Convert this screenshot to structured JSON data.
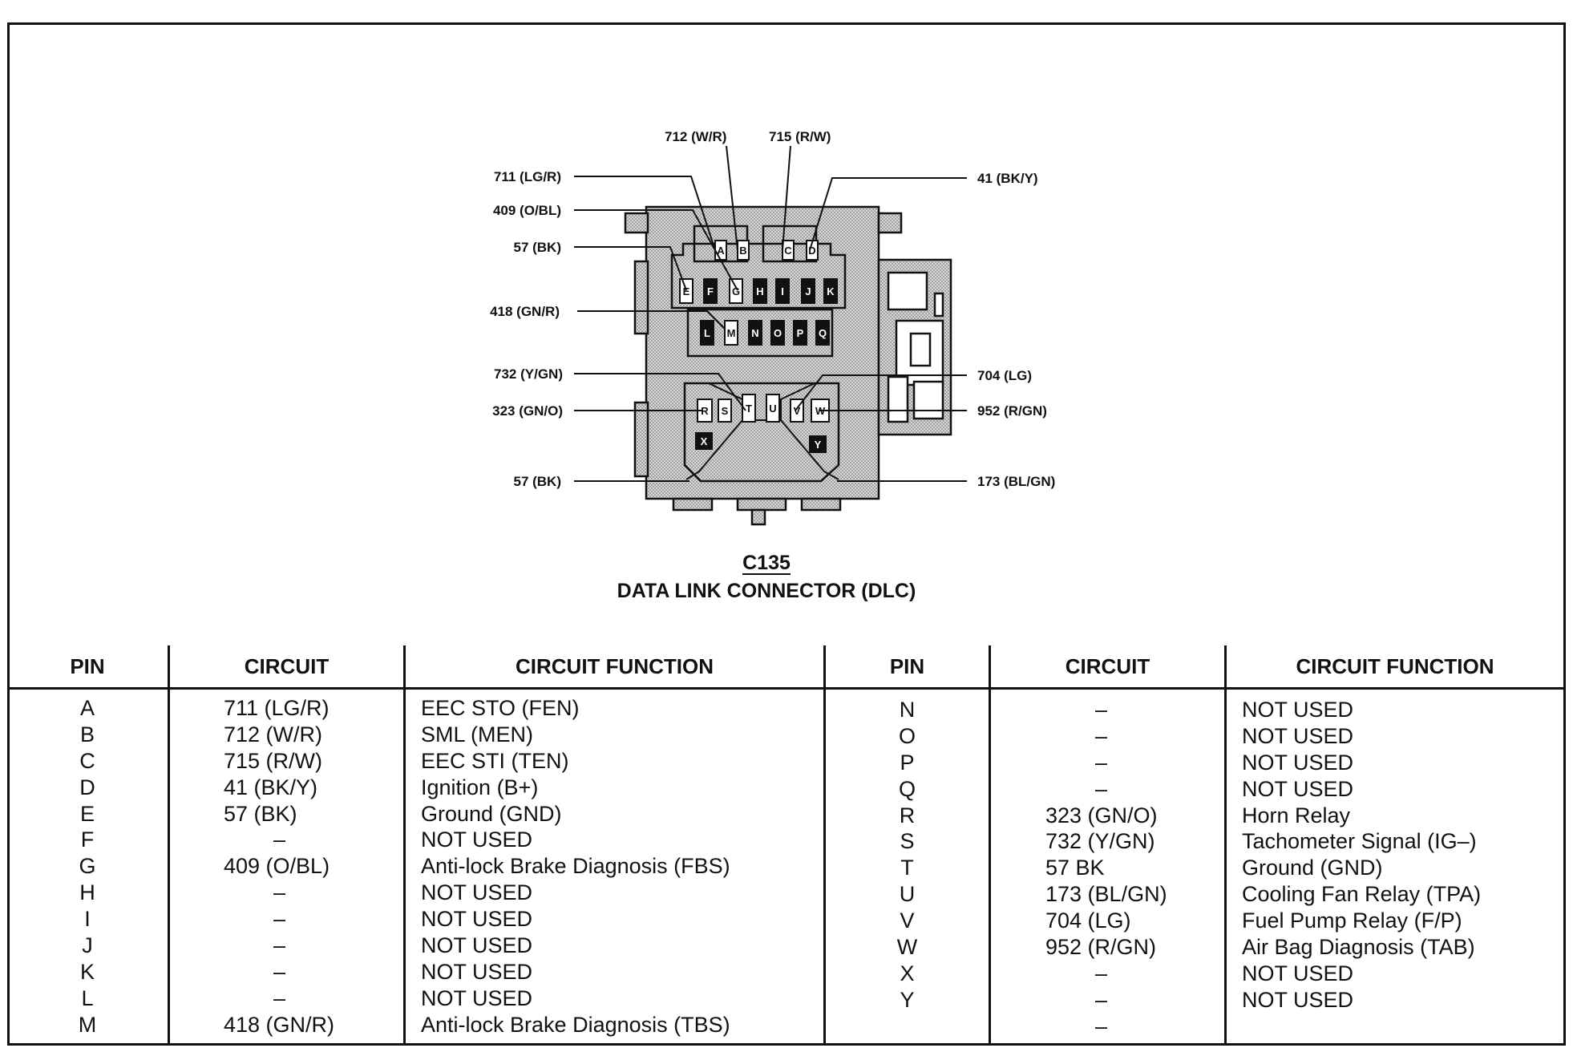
{
  "connector": {
    "id": "C135",
    "name": "DATA LINK CONNECTOR (DLC)",
    "pin_labels": [
      "A",
      "B",
      "C",
      "D",
      "E",
      "F",
      "G",
      "H",
      "I",
      "J",
      "K",
      "L",
      "M",
      "N",
      "O",
      "P",
      "Q",
      "R",
      "S",
      "T",
      "U",
      "V",
      "W",
      "X",
      "Y"
    ],
    "wire_labels": {
      "w712": "712 (W/R)",
      "w715": "715 (R/W)",
      "w711": "711 (LG/R)",
      "w41": "41 (BK/Y)",
      "w409": "409 (O/BL)",
      "w57a": "57 (BK)",
      "w418": "418 (GN/R)",
      "w732": "732 (Y/GN)",
      "w704": "704 (LG)",
      "w323": "323 (GN/O)",
      "w952": "952 (R/GN)",
      "w57b": "57 (BK)",
      "w173": "173 (BL/GN)"
    }
  },
  "table": {
    "headers": {
      "pin": "PIN",
      "circuit": "CIRCUIT",
      "function": "CIRCUIT FUNCTION"
    },
    "left": {
      "pins": [
        "A",
        "B",
        "C",
        "D",
        "E",
        "F",
        "G",
        "H",
        "I",
        "J",
        "K",
        "L",
        "M"
      ],
      "circuits": [
        "711 (LG/R)",
        "712 (W/R)",
        "715 (R/W)",
        "41 (BK/Y)",
        "57 (BK)",
        "–",
        "409 (O/BL)",
        "–",
        "–",
        "–",
        "–",
        "–",
        "418 (GN/R)"
      ],
      "functions": [
        "EEC STO (FEN)",
        "SML (MEN)",
        "EEC STI (TEN)",
        "Ignition (B+)",
        "Ground (GND)",
        "NOT USED",
        "Anti-lock Brake Diagnosis (FBS)",
        "NOT USED",
        "NOT USED",
        "NOT USED",
        "NOT USED",
        "NOT USED",
        "Anti-lock Brake Diagnosis (TBS)"
      ]
    },
    "right": {
      "pins": [
        "N",
        "O",
        "P",
        "Q",
        "R",
        "S",
        "T",
        "U",
        "V",
        "W",
        "X",
        "Y"
      ],
      "circuits": [
        "–",
        "–",
        "–",
        "–",
        "323 (GN/O)",
        "732 (Y/GN)",
        "57 BK",
        "173 (BL/GN)",
        "704 (LG)",
        "952 (R/GN)",
        "–",
        "–",
        "–"
      ],
      "functions": [
        "NOT USED",
        "NOT USED",
        "NOT USED",
        "NOT USED",
        "Horn Relay",
        "Tachometer Signal (IG–)",
        "Ground (GND)",
        "Cooling Fan Relay (TPA)",
        "Fuel Pump Relay (F/P)",
        "Air Bag Diagnosis (TAB)",
        "NOT USED",
        "NOT USED"
      ]
    }
  }
}
